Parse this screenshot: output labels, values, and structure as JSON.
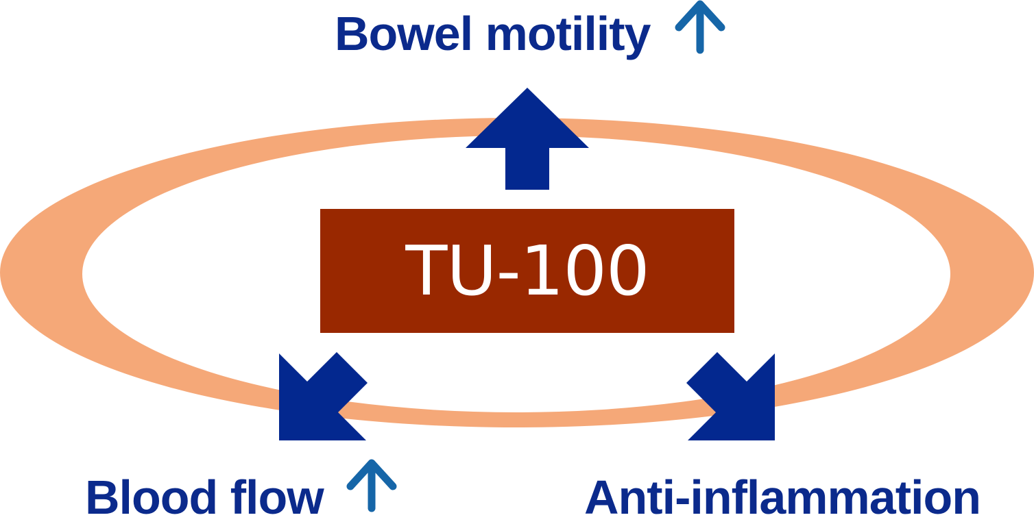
{
  "diagram": {
    "center_label": "TU-100",
    "effects": {
      "top": {
        "label": "Bowel motility",
        "trend_icon": "up-arrow-icon"
      },
      "bottom_left": {
        "label": "Blood flow",
        "trend_icon": "up-arrow-icon"
      },
      "bottom_right": {
        "label": "Anti-inflammation"
      }
    }
  },
  "colors": {
    "ring": "#f5a878",
    "center_box": "#992800",
    "arrow": "#03288f",
    "label_text": "#0b2a8c",
    "trend_arrow": "#1666a8",
    "center_text": "#ffffff"
  }
}
